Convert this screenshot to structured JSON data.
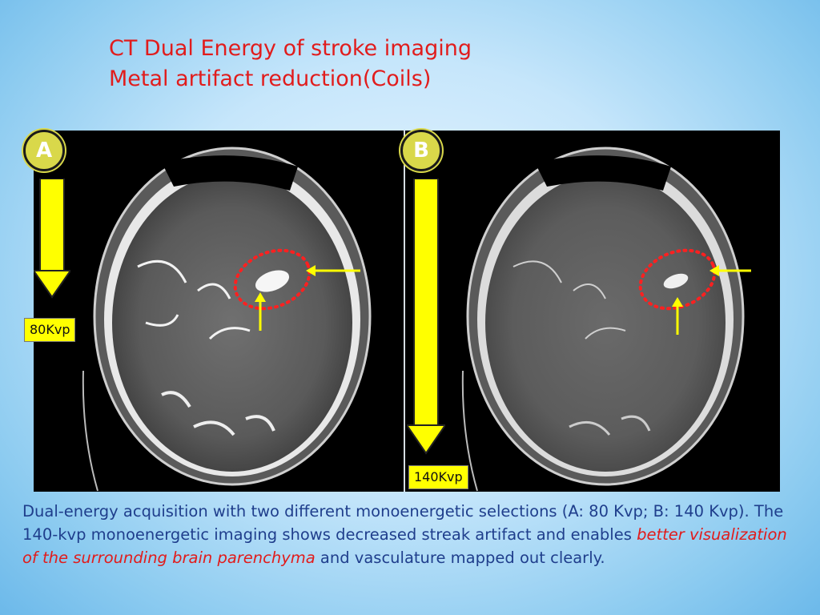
{
  "slide": {
    "title_line1": "CT Dual Energy of stroke imaging",
    "title_line2": "Metal artifact reduction(Coils)"
  },
  "panels": [
    {
      "badge": "A",
      "kvp_label": "80Kvp"
    },
    {
      "badge": "B",
      "kvp_label": "140Kvp"
    }
  ],
  "caption": {
    "part1": "Dual-energy acquisition with two different monoenergetic selections (A: 80 Kvp; B: 140 Kvp). The 140-kvp monoenergetic imaging shows decreased streak artifact and enables ",
    "emphasis": "better visualization of the surrounding brain parenchyma",
    "part2": " and vasculature mapped out clearly."
  },
  "colors": {
    "title": "#e11c1c",
    "caption": "#1f3e8c",
    "emphasis": "#e11c1c",
    "badge": "#d9d84a",
    "arrow": "#ffff00",
    "circle": "#ff2020"
  }
}
